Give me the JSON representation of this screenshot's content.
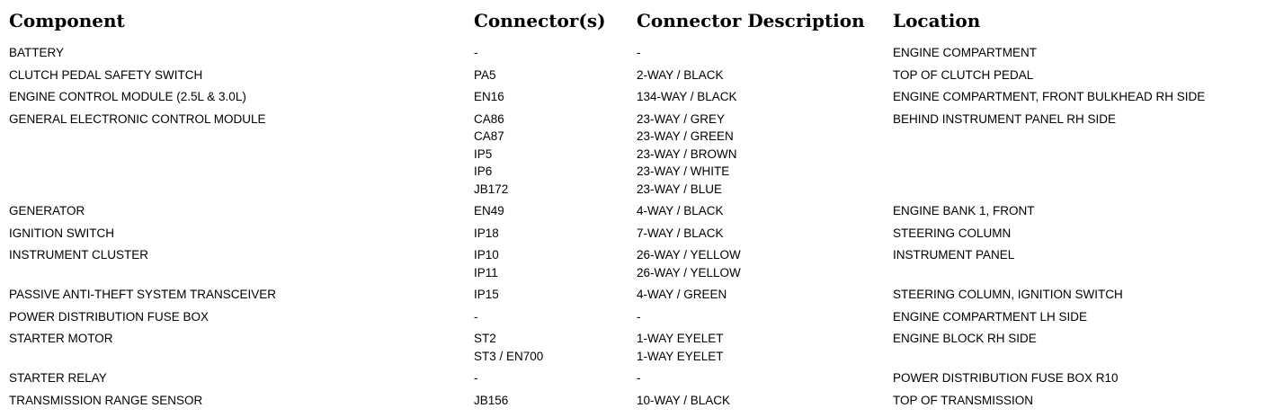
{
  "header": {
    "component": "Component",
    "connectors": "Connector(s)",
    "description": "Connector Description",
    "location": "Location"
  },
  "rows": [
    {
      "component": "BATTERY",
      "connectors": [
        "-"
      ],
      "descriptions": [
        "-"
      ],
      "location": "ENGINE COMPARTMENT"
    },
    {
      "component": "CLUTCH PEDAL SAFETY SWITCH",
      "connectors": [
        "PA5"
      ],
      "descriptions": [
        "2-WAY / BLACK"
      ],
      "location": "TOP OF CLUTCH PEDAL"
    },
    {
      "component": "ENGINE CONTROL MODULE (2.5L & 3.0L)",
      "connectors": [
        "EN16"
      ],
      "descriptions": [
        "134-WAY / BLACK"
      ],
      "location": "ENGINE COMPARTMENT, FRONT BULKHEAD RH SIDE"
    },
    {
      "component": "GENERAL ELECTRONIC CONTROL MODULE",
      "connectors": [
        "CA86",
        "CA87",
        "IP5",
        "IP6",
        "JB172"
      ],
      "descriptions": [
        "23-WAY / GREY",
        "23-WAY / GREEN",
        "23-WAY / BROWN",
        "23-WAY / WHITE",
        "23-WAY / BLUE"
      ],
      "location": "BEHIND INSTRUMENT PANEL RH SIDE"
    },
    {
      "component": "GENERATOR",
      "connectors": [
        "EN49"
      ],
      "descriptions": [
        "4-WAY / BLACK"
      ],
      "location": "ENGINE BANK 1, FRONT"
    },
    {
      "component": "IGNITION SWITCH",
      "connectors": [
        "IP18"
      ],
      "descriptions": [
        "7-WAY / BLACK"
      ],
      "location": "STEERING COLUMN"
    },
    {
      "component": "INSTRUMENT CLUSTER",
      "connectors": [
        "IP10",
        "IP11"
      ],
      "descriptions": [
        "26-WAY / YELLOW",
        "26-WAY / YELLOW"
      ],
      "location": "INSTRUMENT PANEL"
    },
    {
      "component": "PASSIVE ANTI-THEFT SYSTEM TRANSCEIVER",
      "connectors": [
        "IP15"
      ],
      "descriptions": [
        "4-WAY / GREEN"
      ],
      "location": "STEERING COLUMN, IGNITION SWITCH"
    },
    {
      "component": "POWER DISTRIBUTION FUSE BOX",
      "connectors": [
        "-"
      ],
      "descriptions": [
        "-"
      ],
      "location": "ENGINE COMPARTMENT LH SIDE"
    },
    {
      "component": "STARTER MOTOR",
      "connectors": [
        "ST2",
        "ST3 / EN700"
      ],
      "descriptions": [
        "1-WAY EYELET",
        "1-WAY EYELET"
      ],
      "location": "ENGINE BLOCK RH SIDE"
    },
    {
      "component": "STARTER RELAY",
      "connectors": [
        "-"
      ],
      "descriptions": [
        "-"
      ],
      "location": "POWER DISTRIBUTION FUSE BOX R10"
    },
    {
      "component": "TRANSMISSION RANGE SENSOR",
      "connectors": [
        "JB156"
      ],
      "descriptions": [
        "10-WAY / BLACK"
      ],
      "location": "TOP OF TRANSMISSION"
    }
  ],
  "colors": {
    "text": "#000000",
    "background": "#ffffff"
  }
}
